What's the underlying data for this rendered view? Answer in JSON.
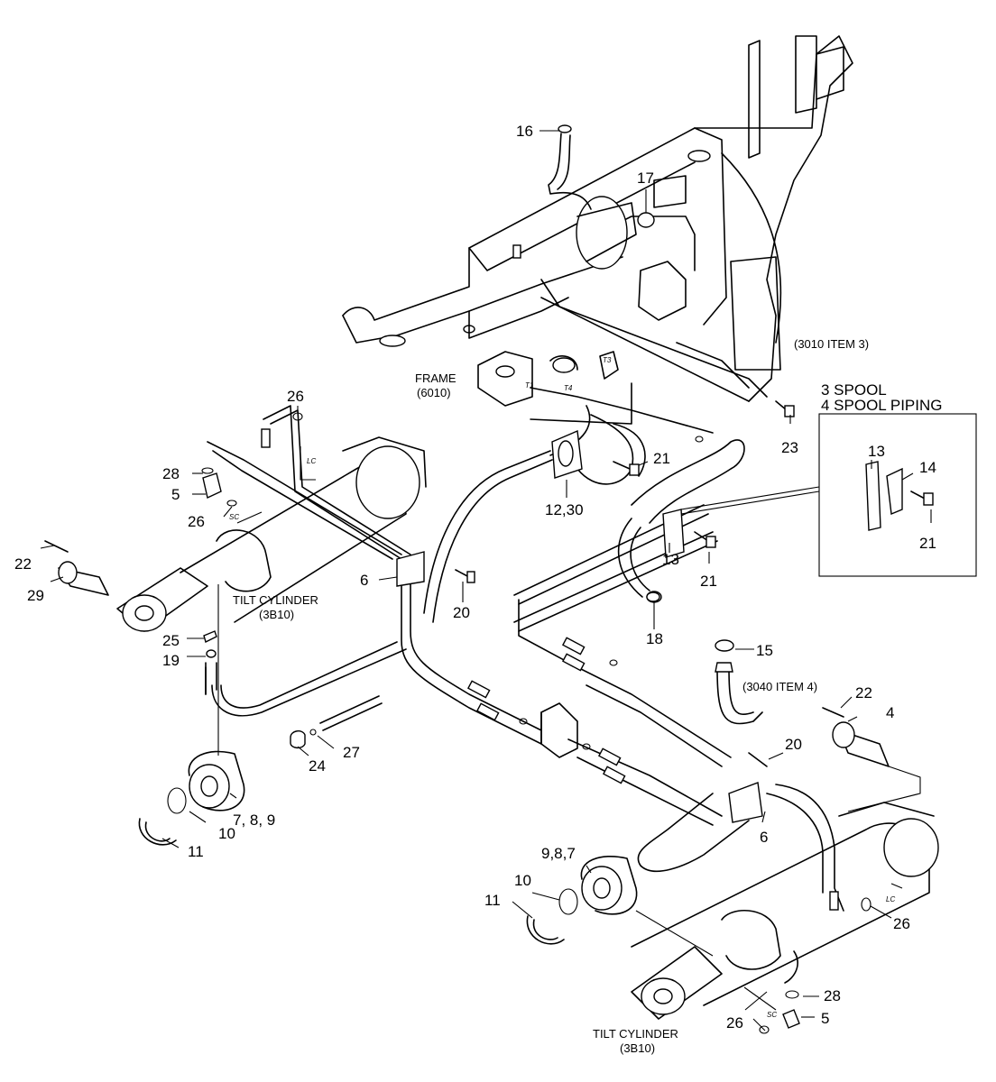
{
  "diagram": {
    "callouts": {
      "c16": "16",
      "c17": "17",
      "c23": "23",
      "c26a": "26",
      "c28a": "28",
      "c5a": "5",
      "c26b": "26",
      "c22a": "22",
      "c29": "29",
      "c21a": "21",
      "c12_30": "12,30",
      "c6a": "6",
      "c20a": "20",
      "c25": "25",
      "c19": "19",
      "c13a": "13",
      "c14": "14",
      "c21b": "21",
      "c13b": "13",
      "c21c": "21",
      "c18": "18",
      "c15": "15",
      "c22b": "22",
      "c4": "4",
      "c20b": "20",
      "c27": "27",
      "c24": "24",
      "c7_8_9": "7, 8, 9",
      "c10a": "10",
      "c11a": "11",
      "c6b": "6",
      "c9_8_7": "9,8,7",
      "c10b": "10",
      "c11b": "11",
      "c26c": "26",
      "c28b": "28",
      "c26d": "26",
      "c5b": "5"
    },
    "labels": {
      "frame": "FRAME",
      "frame_code": "(6010)",
      "item3010": "(3010 ITEM 3)",
      "spool3": "3 SPOOL",
      "spool4": "4 SPOOL PIPING",
      "tilt_left": "TILT CYLINDER",
      "tilt_left_code": "(3B10)",
      "item3040": "(3040 ITEM 4)",
      "tilt_right": "TILT CYLINDER",
      "tilt_right_code": "(3B10)",
      "port_t1": "T1",
      "port_t3": "T3",
      "port_t4": "T4",
      "sc1": "SC",
      "sc2": "SC",
      "lc1": "LC",
      "lc2": "LC"
    }
  }
}
